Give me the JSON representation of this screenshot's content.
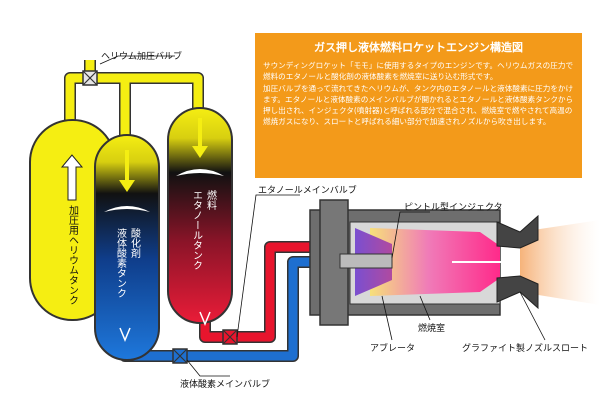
{
  "info": {
    "title": "ガス押し液体燃料ロケットエンジン構造図",
    "paragraph1": "サウンディングロケット「モモ」に使用するタイプのエンジンです。ヘリウムガスの圧力で燃料のエタノールと酸化剤の液体酸素を燃焼室に送り込む形式です。",
    "paragraph2": "加圧バルブを通って流れてきたヘリウムが、タンク内のエタノールと液体酸素に圧力をかけます。エタノールと液体酸素のメインバルブが開かれるとエタノールと液体酸素タンクから押し出され、インジェクタ(噴射器)と呼ばれる部分で混合され、燃焼室で燃やされて高温の燃焼ガスになり、スロートと呼ばれる細い部分で加速されノズルから吹き出します。"
  },
  "labels": {
    "helium_valve": "ヘリウム加圧バルブ",
    "helium_tank": "加圧用ヘリウムタンク",
    "lox_tank_line1": "酸化剤",
    "lox_tank_line2": "液体酸素タンク",
    "fuel_tank_line1": "燃料",
    "fuel_tank_line2": "エタノールタンク",
    "ethanol_valve": "エタノールメインバルブ",
    "lox_valve": "液体酸素メインバルブ",
    "injector": "ピントル型インジェクタ",
    "chamber": "燃焼室",
    "ablator": "アブレータ",
    "throat": "グラファイト製ノズルスロート"
  },
  "colors": {
    "helium": "#f5ee12",
    "ethanol": "#e8152d",
    "lox": "#1e6fd0",
    "info_box": "#f39a1a",
    "engine_body": "#6e6e6e"
  }
}
